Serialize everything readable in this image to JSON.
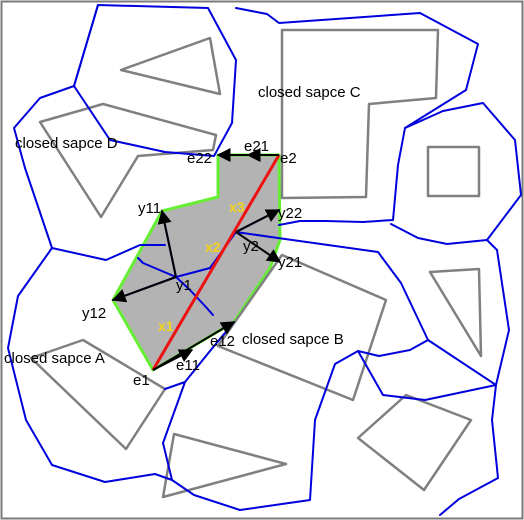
{
  "colors": {
    "frame": "#7a7a7a",
    "obstacle": "#808080",
    "voronoi": "#0000dd",
    "region_fill": "#b3b3b3",
    "region_border": "#66ee33",
    "path": "#ee1111",
    "arrow": "#000000",
    "x_labels": "#f2d21a"
  },
  "spaces": {
    "a": "closed sapce A",
    "b": "closed sapce B",
    "c": "closed sapce C",
    "d": "closed sapce D"
  },
  "edges": {
    "e1": "e1",
    "e11": "e11",
    "e12": "e12",
    "e2": "e2",
    "e21": "e21",
    "e22": "e22"
  },
  "nodes": {
    "y1": "y1",
    "y11": "y11",
    "y12": "y12",
    "y2": "y2",
    "y21": "y21",
    "y22": "y22"
  },
  "points": {
    "x1": "x1",
    "x2": "x2",
    "x3": "x3"
  }
}
